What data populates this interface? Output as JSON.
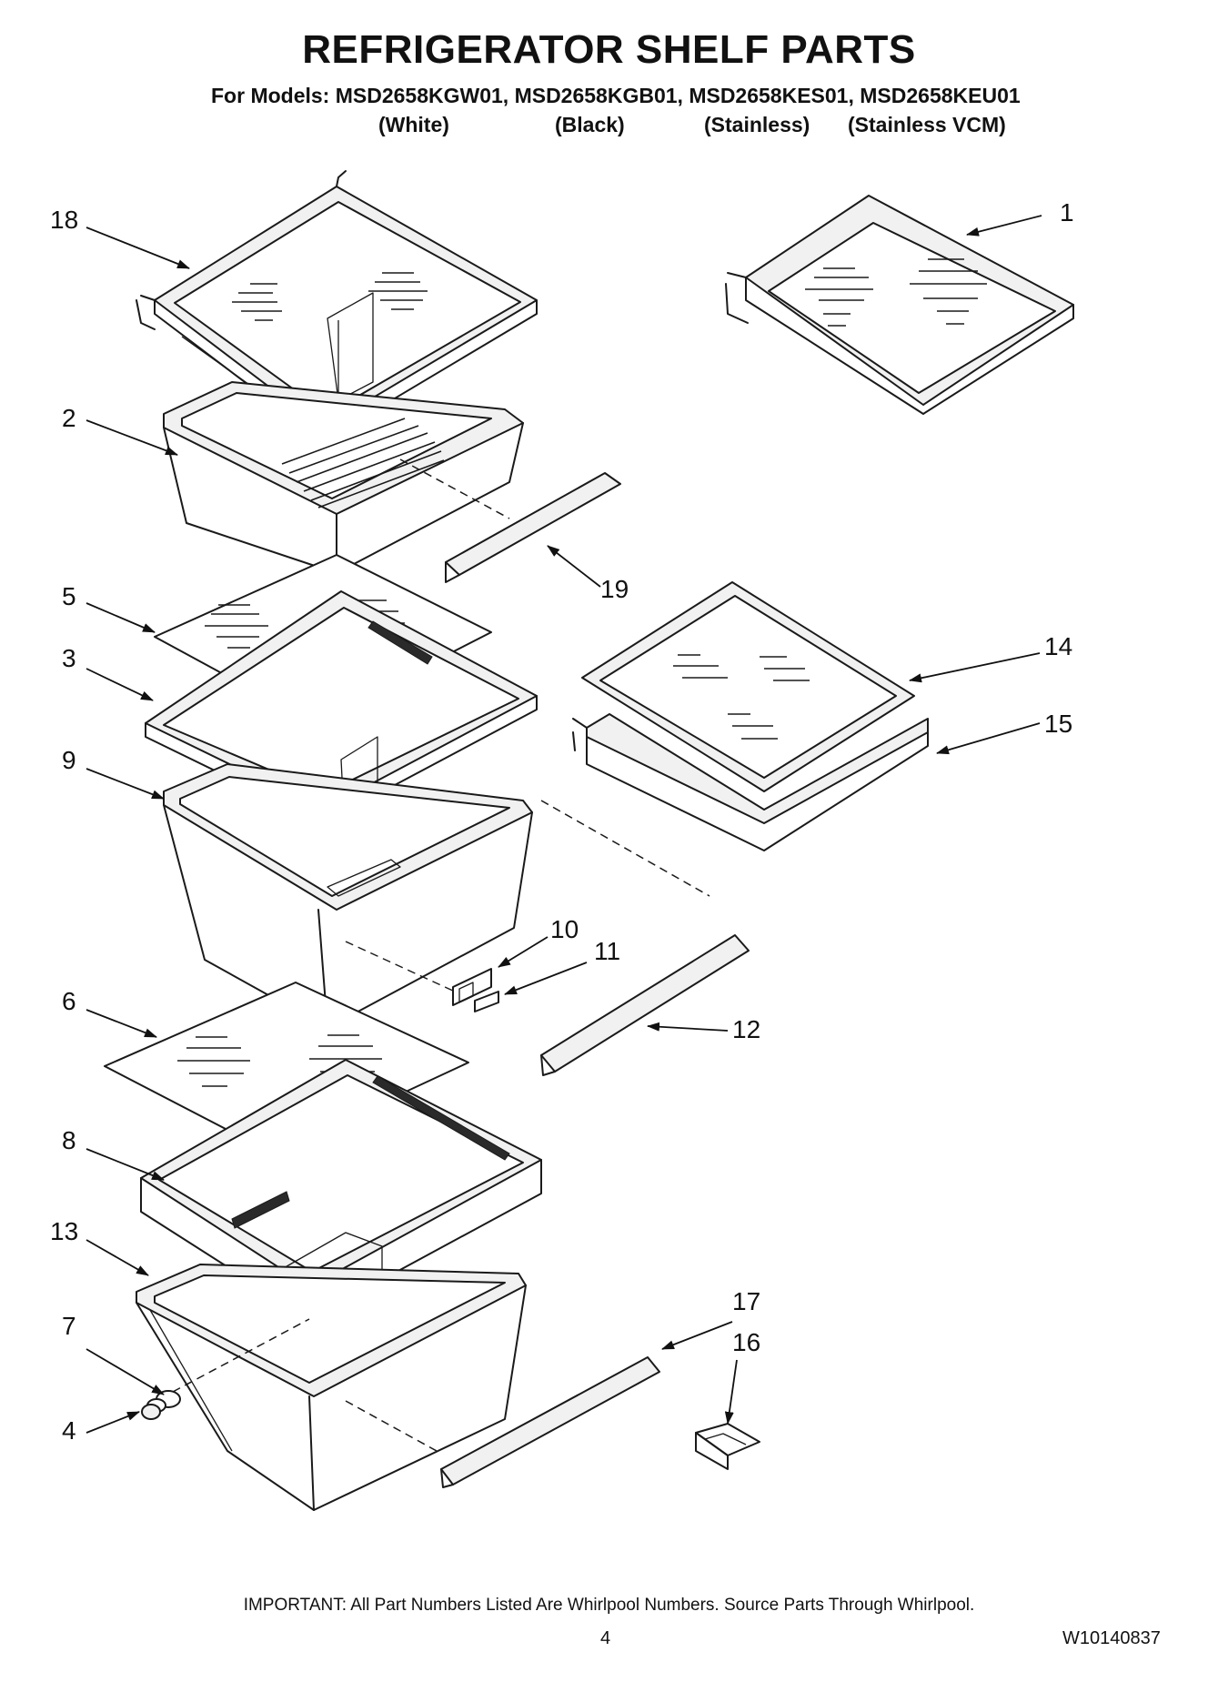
{
  "title": "REFRIGERATOR SHELF PARTS",
  "models_line": "For Models: MSD2658KGW01, MSD2658KGB01, MSD2658KES01, MSD2658KEU01",
  "variants": [
    "(White)",
    "(Black)",
    "(Stainless)",
    "(Stainless VCM)"
  ],
  "callouts": [
    "1",
    "2",
    "3",
    "4",
    "5",
    "6",
    "7",
    "8",
    "9",
    "10",
    "11",
    "12",
    "13",
    "14",
    "15",
    "16",
    "17",
    "18",
    "19"
  ],
  "footer": {
    "note": "IMPORTANT: All Part Numbers Listed Are Whirlpool Numbers. Source Parts Through Whirlpool.",
    "page_number": "4",
    "document_number": "W10140837"
  }
}
